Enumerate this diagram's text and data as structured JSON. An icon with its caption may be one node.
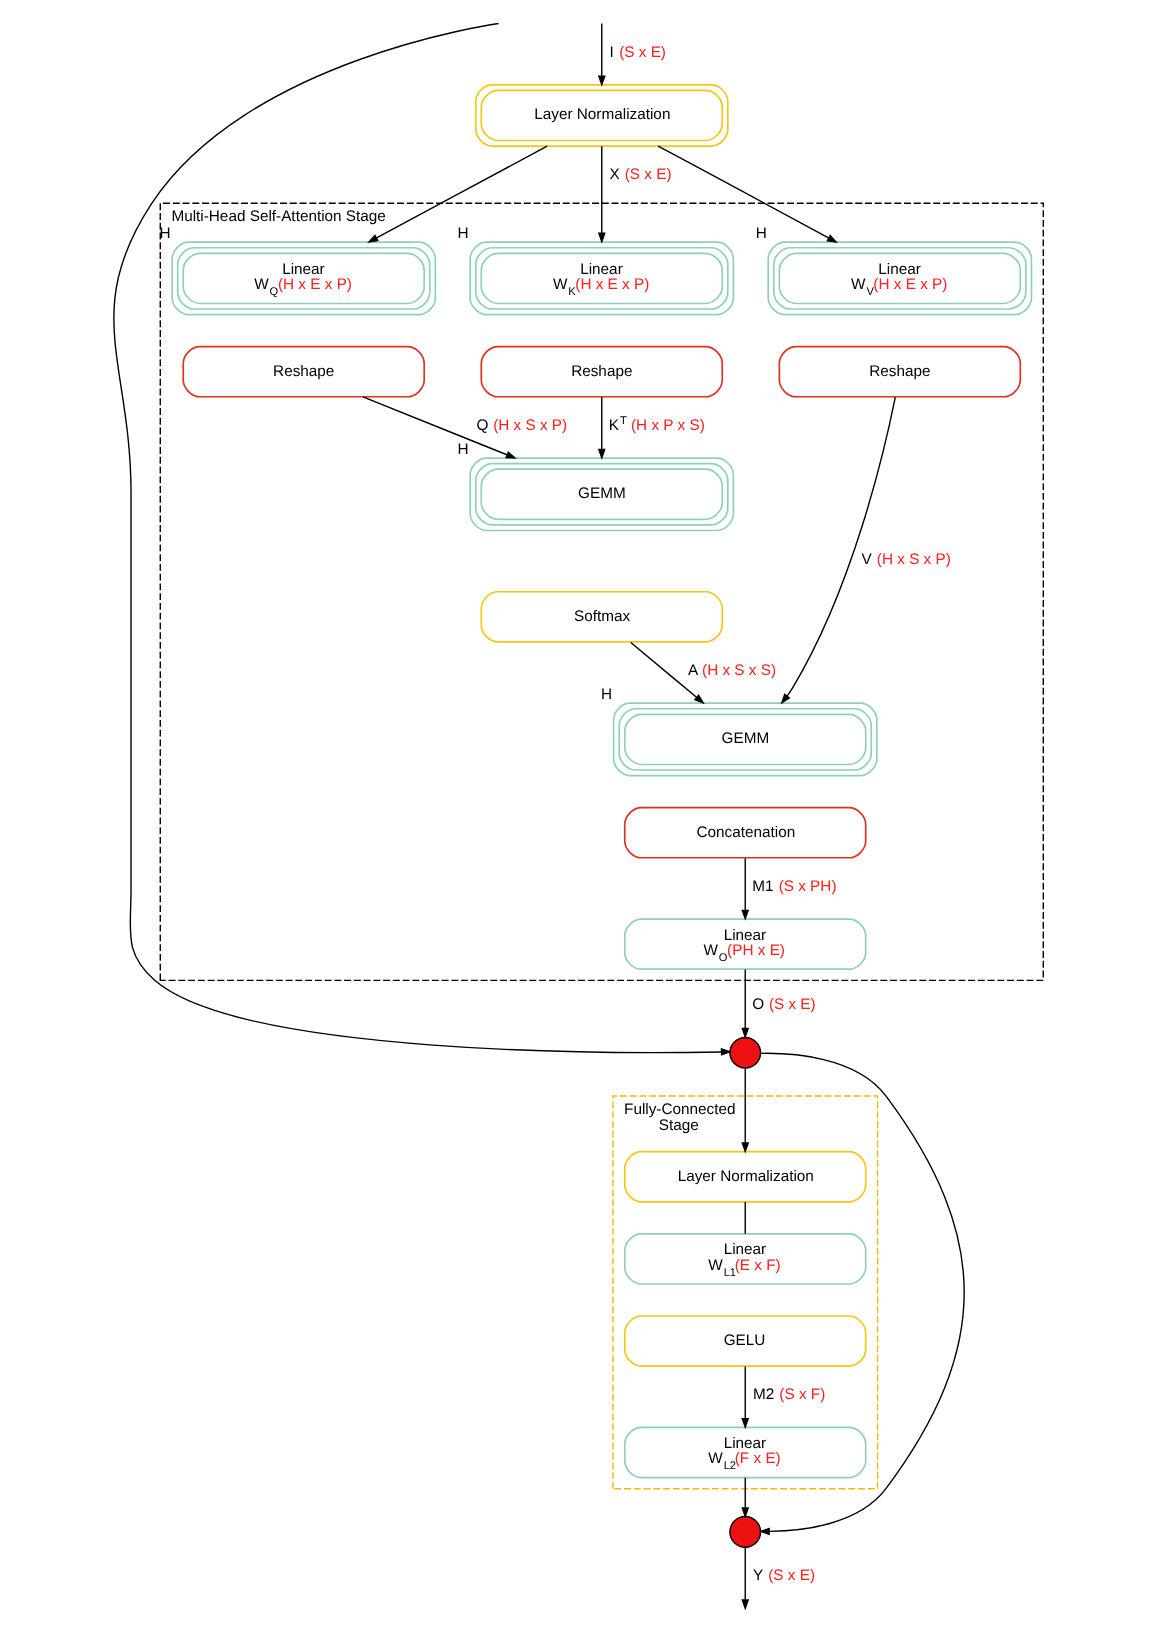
{
  "diagram": {
    "nodes": [
      {
        "text": [
          "Layer Normalization"
        ]
      },
      {
        "text": [
          "Multi-Head Self-Attention Stage"
        ]
      },
      {
        "text": [
          "Linear",
          "W$_{Q}$(H x E x P)"
        ],
        "in": 1,
        "beside": [
          "H"
        ]
      },
      {
        "text": [
          "Linear",
          "W$_{K}$(H x E x P)"
        ],
        "in": 1,
        "beside": [
          "H"
        ]
      },
      {
        "text": [
          "Linear",
          "W$_{V}$(H x E x P)"
        ],
        "in": 1,
        "beside": [
          "H"
        ]
      },
      {
        "text": [
          "Reshape"
        ],
        "in": 1
      },
      {
        "text": [
          "Reshape"
        ],
        "in": 1
      },
      {
        "text": [
          "Reshape"
        ],
        "in": 1
      },
      {
        "text": [
          "GEMM"
        ],
        "in": 1,
        "beside": [
          "H"
        ]
      },
      {
        "text": [
          "Softmax"
        ],
        "in": 1
      },
      {
        "text": [
          "GEMM"
        ],
        "in": 1,
        "beside": [
          "H"
        ]
      },
      {
        "text": [
          "Concatenation"
        ],
        "in": 1
      },
      {
        "text": [
          "Linear",
          "W$_{O}$(PH x E)"
        ],
        "in": 1
      },
      {
        "text": [],
        "shape": "circle"
      },
      {
        "text": [
          "Fully-Connected Stage"
        ]
      },
      {
        "text": [
          "Layer Normalization"
        ],
        "in": 14
      },
      {
        "text": [
          "Linear",
          "W$_{L1}$(E x F)"
        ],
        "in": 14
      },
      {
        "text": [
          "GELU"
        ],
        "in": 14
      },
      {
        "text": [
          "Linear",
          "W$_{L2}$(F x E)"
        ],
        "in": 14
      },
      {
        "text": [],
        "shape": "circle"
      }
    ],
    "edges": [
      {
        "from": null,
        "to": 0,
        "arrow": "to",
        "label": "I (S x E)"
      },
      {
        "from": null,
        "to": 13,
        "arrow": "to"
      },
      {
        "from": 0,
        "to": 2,
        "arrow": "to"
      },
      {
        "from": 0,
        "to": 3,
        "arrow": "to",
        "label": "X (S x E)"
      },
      {
        "from": 0,
        "to": 4,
        "arrow": "to"
      },
      {
        "from": 5,
        "to": 8,
        "arrow": "to",
        "label": "Q (H x S x P)"
      },
      {
        "from": 6,
        "to": 8,
        "arrow": "to",
        "label": "K$^{T}$ (H x P x S)"
      },
      {
        "from": 9,
        "to": 10,
        "arrow": "to",
        "label": "A (H x S x S)"
      },
      {
        "from": 7,
        "to": 10,
        "arrow": "to",
        "label": "V (H x S x P)"
      },
      {
        "from": 11,
        "to": 12,
        "arrow": "to",
        "label": "M1 (S x PH)"
      },
      {
        "from": 12,
        "to": 13,
        "arrow": "to",
        "label": "O (S x E)"
      },
      {
        "from": 13,
        "to": 15,
        "arrow": "to"
      },
      {
        "from": 13,
        "to": 19,
        "arrow": "to"
      },
      {
        "from": 15,
        "to": 16,
        "arrow": "none"
      },
      {
        "from": 17,
        "to": 18,
        "arrow": "to",
        "label": "M2 (S x F)"
      },
      {
        "from": 18,
        "to": 19,
        "arrow": "to"
      },
      {
        "from": 19,
        "to": null,
        "arrow": "to",
        "label": "Y (S x E)"
      }
    ]
  }
}
